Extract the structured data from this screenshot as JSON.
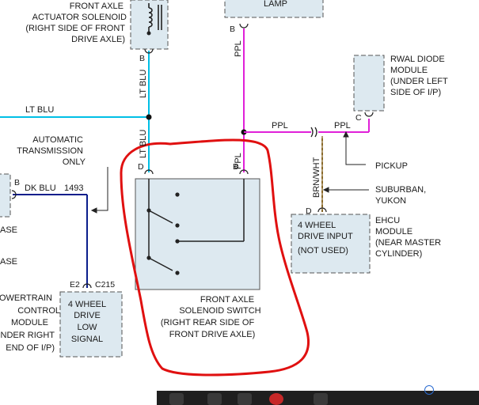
{
  "colors": {
    "lt_blu": "#00bfe6",
    "ppl": "#e020d8",
    "dk_blu": "#0a1e8c",
    "brn_wht": "#8a6a2a",
    "red_annotation": "#e01010",
    "box_fill": "#dde9f0"
  },
  "labels": {
    "actuator_solenoid": [
      "FRONT AXLE",
      "ACTUATOR SOLENOID",
      "(RIGHT SIDE OF FRONT",
      "DRIVE AXLE)"
    ],
    "lamp": "LAMP",
    "rwal": [
      "RWAL DIODE",
      "MODULE",
      "(UNDER LEFT",
      "SIDE OF I/P)"
    ],
    "lt_blu_left": "LT BLU",
    "ppl_top": "PPL",
    "lt_blu_vert_top": "LT BLU",
    "lt_blu_vert_low": "LT BLU",
    "ppl_vert_low": "PPL",
    "ppl_h1": "PPL",
    "ppl_h2": "PPL",
    "brn_wht": "BRN/WHT",
    "auto_trans": [
      "AUTOMATIC",
      "TRANSMISSION",
      "ONLY"
    ],
    "pickup": "PICKUP",
    "suburban": [
      "SUBURBAN,",
      "YUKON"
    ],
    "ehcu": [
      "EHCU",
      "MODULE",
      "(NEAR MASTER",
      "CYLINDER)"
    ],
    "four_wd_input": [
      "4 WHEEL",
      "DRIVE INPUT",
      "(NOT USED)"
    ],
    "dk_blu": "DK BLU",
    "circuit_1493": "1493",
    "ase1": "ASE",
    "ase2": "ASE",
    "pin_b_left": "B",
    "powertrain": [
      "OWERTRAIN",
      "CONTROL",
      "MODULE",
      "NDER RIGHT",
      "END OF I/P)"
    ],
    "four_wd_low": [
      "4 WHEEL",
      "DRIVE",
      "LOW",
      "SIGNAL"
    ],
    "e2": "E2",
    "c215": "C215",
    "front_axle_switch": [
      "FRONT AXLE",
      "SOLENOID SWITCH",
      "(RIGHT REAR SIDE OF",
      "FRONT DRIVE AXLE)"
    ],
    "pin_b_actuator": "B",
    "pin_b_lamp": "B",
    "pin_c": "C",
    "pin_d_switch": "D",
    "pin_b_switch": "B",
    "pin_d_ehcu": "D"
  },
  "taskbar": {
    "icons": [
      "taskbar-app-icon",
      "taskbar-app-icon",
      "taskbar-app-icon",
      "taskbar-app-icon",
      "taskbar-app-icon"
    ]
  }
}
